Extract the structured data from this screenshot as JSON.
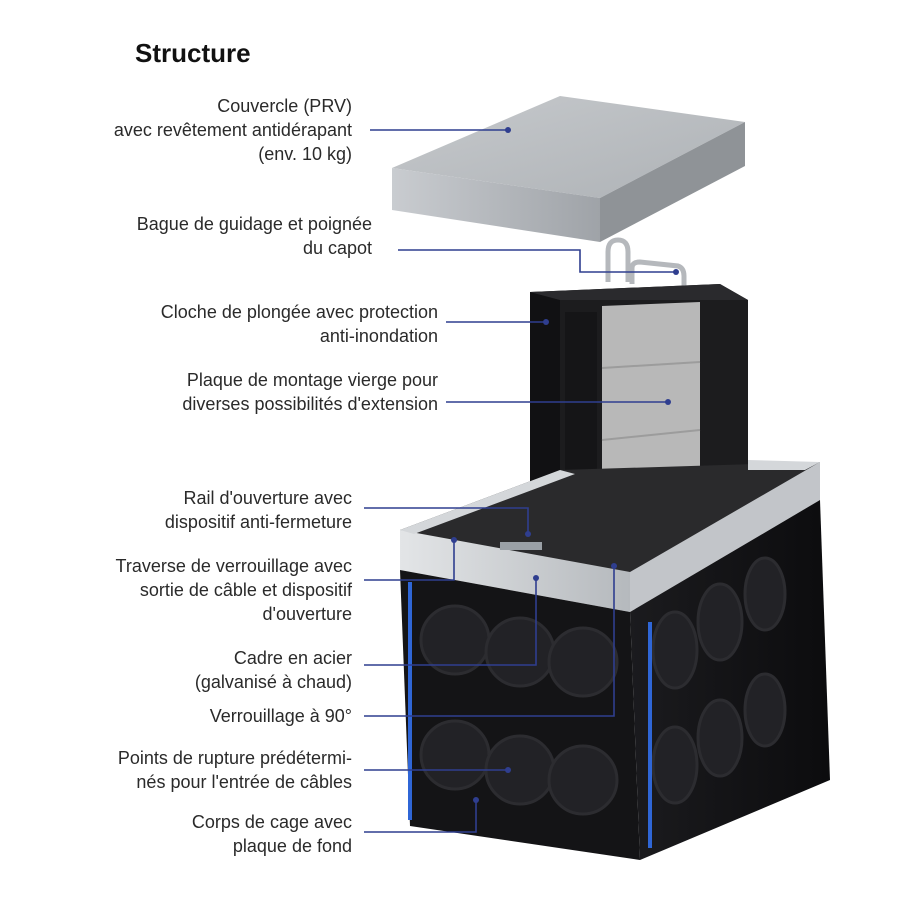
{
  "title": "Structure",
  "colors": {
    "leader_line": "#2f3e8f",
    "lid": "#b9bcc0",
    "bell": "#1c1c1e",
    "plate": "#b8b8b8",
    "frame": "#cfd2d5",
    "cage": "#141416",
    "accent_blue": "#2f66d6"
  },
  "labels": [
    {
      "lines": [
        "Couvercle (PRV)",
        "avec revêtement antidérapant",
        "(env. 10 kg)"
      ]
    },
    {
      "lines": [
        "Bague de guidage et poignée",
        "du capot"
      ]
    },
    {
      "lines": [
        "Cloche de plongée avec protection",
        "anti-inondation"
      ]
    },
    {
      "lines": [
        "Plaque de montage vierge pour",
        "diverses possibilités d'extension"
      ]
    },
    {
      "lines": [
        "Rail d'ouverture avec",
        "dispositif anti-fermeture"
      ]
    },
    {
      "lines": [
        "Traverse de verrouillage avec",
        "sortie de câble et dispositif",
        "d'ouverture"
      ]
    },
    {
      "lines": [
        "Cadre en acier",
        "(galvanisé à chaud)"
      ]
    },
    {
      "lines": [
        "Verrouillage à 90°"
      ]
    },
    {
      "lines": [
        "Points de rupture prédétermi-",
        "nés pour l'entrée de câbles"
      ]
    },
    {
      "lines": [
        "Corps de cage avec",
        "plaque de fond"
      ]
    }
  ]
}
